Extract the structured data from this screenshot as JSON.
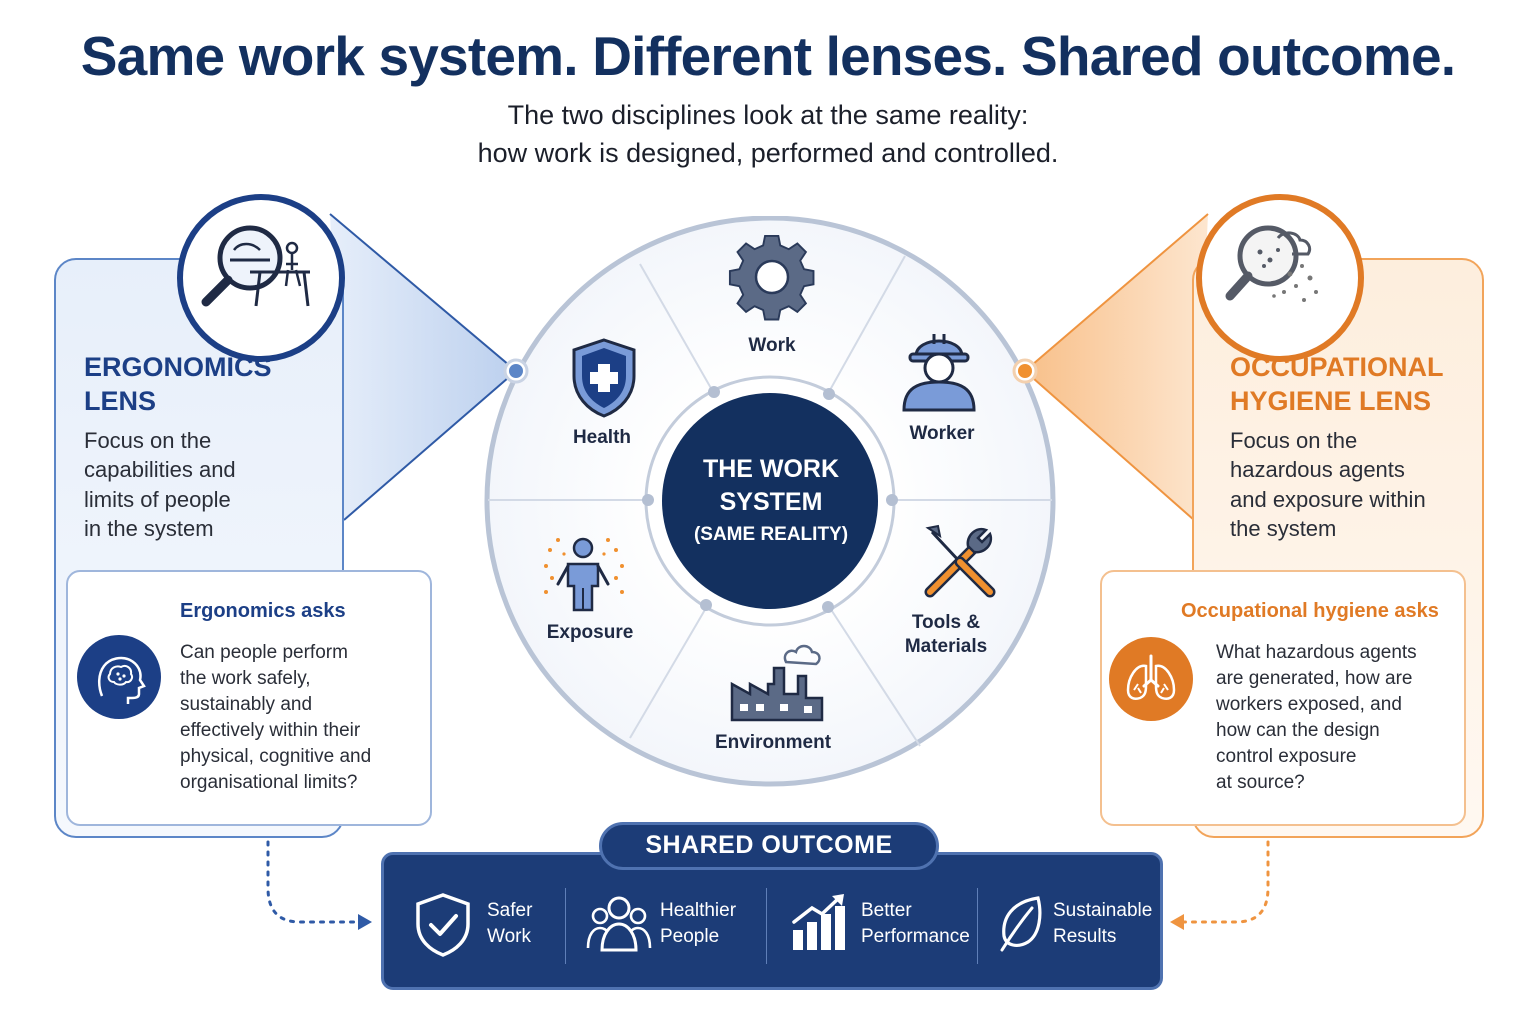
{
  "header": {
    "title": "Same work system. Different lenses. Shared outcome.",
    "subtitle_line1": "The two disciplines look at the same reality:",
    "subtitle_line2": "how work is designed, performed and controlled."
  },
  "ergonomics": {
    "title_line1": "ERGONOMICS",
    "title_line2": "LENS",
    "body": [
      "Focus on the",
      "capabilities and",
      "limits of people",
      "in the system"
    ],
    "ask_title": "Ergonomics asks",
    "ask_text": [
      "Can people perform",
      "the work safely,",
      "sustainably and",
      "effectively within their",
      "physical, cognitive and",
      "organisational limits?"
    ],
    "color": "#1c3f86",
    "icon": "magnifier-workstation-icon"
  },
  "hygiene": {
    "title_line1": "OCCUPATIONAL",
    "title_line2": "HYGIENE LENS",
    "body": [
      "Focus on the",
      "hazardous agents",
      "and exposure within",
      "the system"
    ],
    "ask_title": "Occupational hygiene asks",
    "ask_text": [
      "What hazardous agents",
      "are generated, how are",
      "workers exposed, and",
      "how can the design",
      "control exposure",
      "at source?"
    ],
    "color": "#e07a25",
    "icon": "magnifier-particles-icon"
  },
  "work_system": {
    "center_line1": "THE WORK",
    "center_line2": "SYSTEM",
    "center_sub": "(SAME REALITY)",
    "segments": [
      {
        "label": "Work",
        "icon": "gear-icon"
      },
      {
        "label": "Worker",
        "icon": "worker-hardhat-icon"
      },
      {
        "label_line1": "Tools &",
        "label_line2": "Materials",
        "icon": "tools-icon"
      },
      {
        "label": "Environment",
        "icon": "factory-icon"
      },
      {
        "label": "Exposure",
        "icon": "exposure-person-icon"
      },
      {
        "label": "Health",
        "icon": "health-shield-icon"
      }
    ]
  },
  "outcome": {
    "title": "SHARED OUTCOME",
    "items": [
      {
        "line1": "Safer",
        "line2": "Work",
        "icon": "shield-check-icon"
      },
      {
        "line1": "Healthier",
        "line2": "People",
        "icon": "people-group-icon"
      },
      {
        "line1": "Better",
        "line2": "Performance",
        "icon": "growth-chart-icon"
      },
      {
        "line1": "Sustainable",
        "line2": "Results",
        "icon": "leaf-icon"
      }
    ]
  },
  "colors": {
    "navy": "#13305f",
    "blue_accent": "#5c86c7",
    "orange_accent": "#e07a25",
    "outcome_bg": "#1c3c77"
  }
}
